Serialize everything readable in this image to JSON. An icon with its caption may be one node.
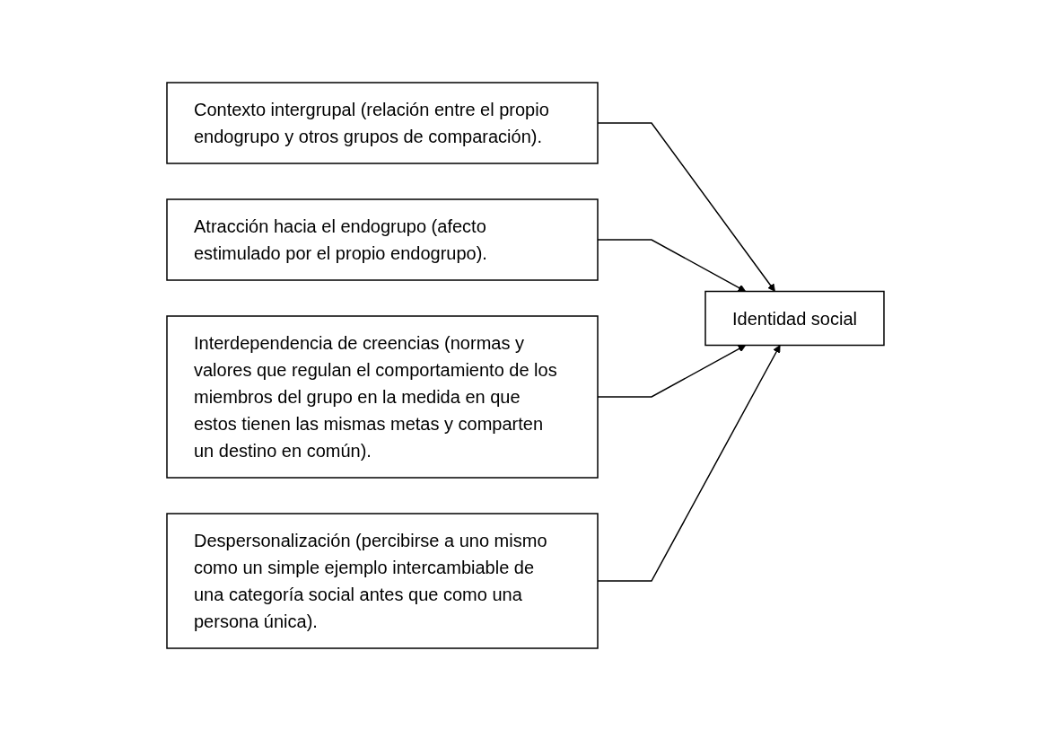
{
  "diagram": {
    "nodes": [
      {
        "text": [
          "Contexto intergrupal (relación entre el propio endogrupo y otros grupos de comparación)."
        ]
      },
      {
        "text": [
          "Atracción hacia el endogrupo (afecto estimulado por el propio endogrupo)."
        ]
      },
      {
        "text": [
          "Interdependencia de creencias (normas y valores que regulan el comportamiento de los miembros del grupo en la medida en que estos tienen las mismas metas y comparten un destino en común)."
        ]
      },
      {
        "text": [
          "Despersonalización (percibirse a uno mismo como un simple ejemplo intercambiable de una categoría social antes que como una persona única)."
        ]
      },
      {
        "text": [
          "Identidad social"
        ]
      }
    ],
    "edges": [
      {
        "from": 0,
        "to": 4,
        "arrow": "to"
      },
      {
        "from": 1,
        "to": 4,
        "arrow": "to"
      },
      {
        "from": 2,
        "to": 4,
        "arrow": "to"
      },
      {
        "from": 3,
        "to": 4,
        "arrow": "to"
      }
    ]
  }
}
